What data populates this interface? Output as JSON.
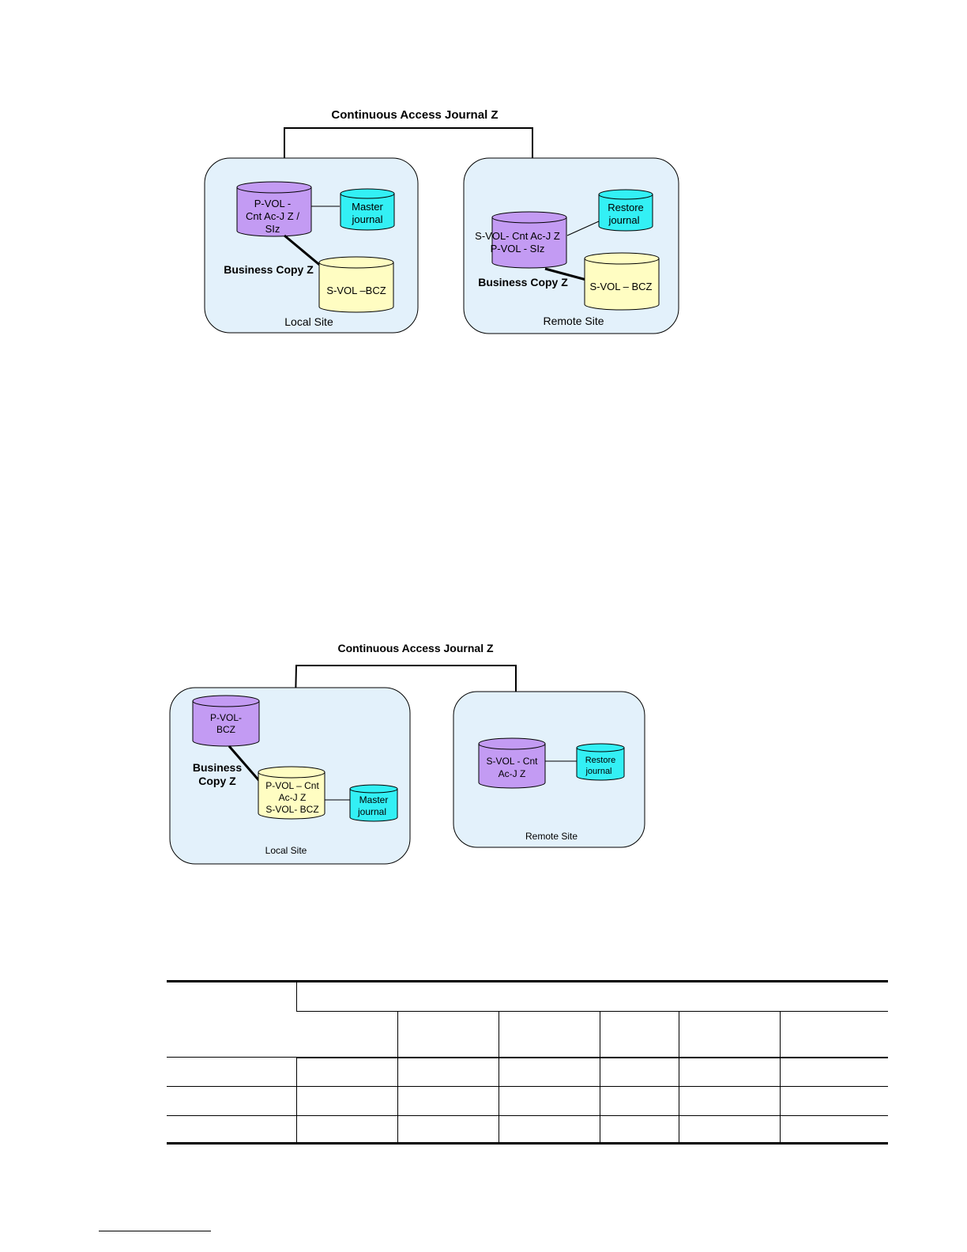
{
  "figure1": {
    "title": "Continuous Access Journal Z",
    "local_site": {
      "label": "Local Site",
      "pvol": [
        "P-VOL -",
        "Cnt Ac-J Z /",
        "SIz"
      ],
      "journal": [
        "Master",
        "journal"
      ],
      "svol": "S-VOL –BCZ",
      "connector": "Business Copy Z"
    },
    "remote_site": {
      "label": "Remote Site",
      "svol": [
        "S-VOL- Cnt Ac-J Z",
        "P-VOL - SIz"
      ],
      "journal": [
        "Restore",
        "journal"
      ],
      "svol_bcz": "S-VOL – BCZ",
      "connector": "Business Copy Z"
    }
  },
  "figure2": {
    "title": "Continuous Access Journal Z",
    "local_site": {
      "label": "Local Site",
      "pvol": [
        "P-VOL-",
        "BCZ"
      ],
      "connector": [
        "Business",
        "Copy Z"
      ],
      "pvol_cnt": [
        "P-VOL – Cnt",
        "Ac-J Z",
        "S-VOL- BCZ"
      ],
      "journal": [
        "Master",
        "journal"
      ]
    },
    "remote_site": {
      "label": "Remote Site",
      "svol": [
        "S-VOL - Cnt",
        "Ac-J Z"
      ],
      "journal": [
        "Restore",
        "journal"
      ]
    }
  },
  "colors": {
    "site_fill": "#e3f1fb",
    "volume_purple": "#c39bf3",
    "journal_cyan": "#33f0f5",
    "volume_yellow": "#fffdc2"
  }
}
